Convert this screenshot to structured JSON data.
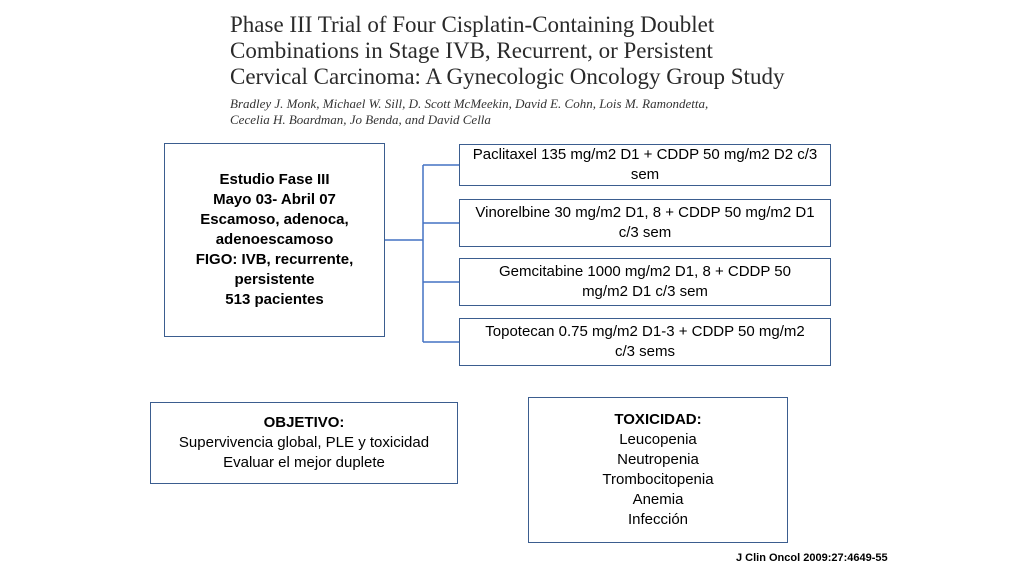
{
  "paper": {
    "title_lines": [
      "Phase III Trial of Four Cisplatin-Containing Doublet",
      "Combinations in Stage IVB, Recurrent, or Persistent",
      "Cervical Carcinoma: A Gynecologic Oncology Group Study"
    ],
    "author_lines": [
      "Bradley J. Monk, Michael W. Sill, D. Scott McMeekin, David E. Cohn, Lois M. Ramondetta,",
      "Cecelia H. Boardman, Jo Benda, and David Cella"
    ]
  },
  "study": {
    "lines": [
      "Estudio Fase III",
      "Mayo 03- Abril 07",
      "Escamoso, adenoca,",
      "adenoescamoso",
      "FIGO: IVB, recurrente,",
      "persistente",
      "513 pacientes"
    ]
  },
  "arms": [
    {
      "lines": [
        "Paclitaxel 135 mg/m2 D1 + CDDP 50 mg/m2 D2 c/3",
        "sem"
      ]
    },
    {
      "lines": [
        "Vinorelbine 30 mg/m2  D1, 8 + CDDP 50 mg/m2 D1",
        "c/3 sem"
      ]
    },
    {
      "lines": [
        "Gemcitabine 1000 mg/m2  D1, 8 + CDDP 50",
        "mg/m2 D1 c/3 sem"
      ]
    },
    {
      "lines": [
        "Topotecan 0.75 mg/m2 D1-3 +  CDDP 50 mg/m2",
        "c/3 sems"
      ]
    }
  ],
  "objective": {
    "heading": "OBJETIVO:",
    "lines": [
      "Supervivencia global, PLE y toxicidad",
      "Evaluar el mejor duplete"
    ]
  },
  "toxicity": {
    "heading": "TOXICIDAD:",
    "items": [
      "Leucopenia",
      "Neutropenia",
      "Trombocitopenia",
      "Anemia",
      "Infección"
    ]
  },
  "citation": "J Clin Oncol 2009:27:4649-55",
  "colors": {
    "box_border": "#3b5d8f",
    "connector": "#4472c4"
  }
}
